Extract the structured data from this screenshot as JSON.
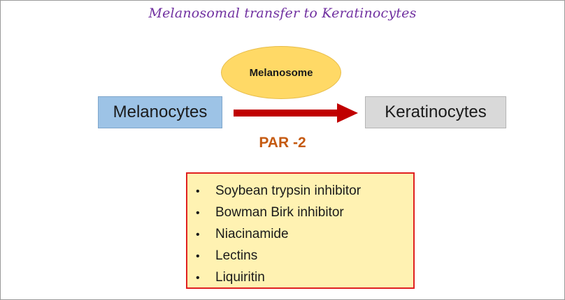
{
  "title": "Melanosomal transfer to Keratinocytes",
  "melanosome_label": "Melanosome",
  "source_label": "Melanocytes",
  "target_label": "Keratinocytes",
  "arrow_label": "PAR -2",
  "inhibitors": [
    "Soybean trypsin inhibitor",
    "Bowman Birk inhibitor",
    "Niacinamide",
    "Lectins",
    "Liquiritin"
  ],
  "colors": {
    "title": "#7030a0",
    "melanosome_fill": "#ffd966",
    "source_fill": "#9dc3e6",
    "target_fill": "#d9d9d9",
    "arrow": "#c00000",
    "arrow_label": "#c55a11",
    "list_fill": "#fff2b2",
    "list_border": "#e02020"
  }
}
